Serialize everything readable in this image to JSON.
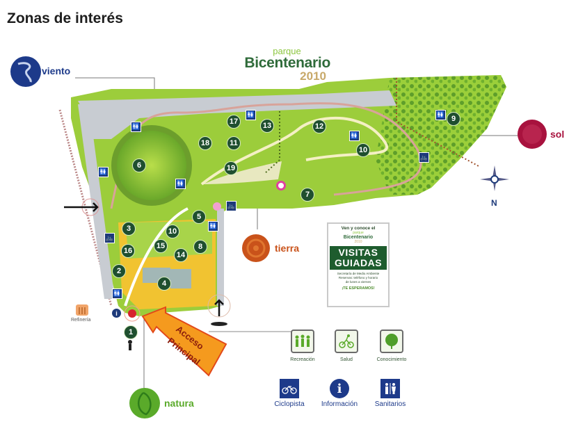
{
  "page": {
    "title": "Zonas de interés"
  },
  "logo": {
    "line1": "parque",
    "line2": "Bicentenario",
    "line3": "2010"
  },
  "zones": [
    {
      "id": "viento",
      "label": "viento",
      "color": "#1d3a8a"
    },
    {
      "id": "sol",
      "label": "sol",
      "color": "#a8123e"
    },
    {
      "id": "tierra",
      "label": "tierra",
      "color": "#c9521a"
    },
    {
      "id": "natura",
      "label": "natura",
      "color": "#5aaa2a"
    }
  ],
  "map": {
    "markers": [
      "1",
      "2",
      "3",
      "4",
      "5",
      "6",
      "7",
      "8",
      "9",
      "10",
      "10",
      "11",
      "12",
      "13",
      "14",
      "15",
      "16",
      "17",
      "18",
      "19"
    ],
    "compass_label": "N",
    "refinery_label": "Refinería",
    "access_label_line1": "Acceso",
    "access_label_line2": "Principal"
  },
  "promo": {
    "line1": "Ven y conoce el",
    "line2": "parque",
    "line3": "Bicentenario",
    "line4": "2010",
    "band_line1": "VISITAS",
    "band_line2": "GUIADAS",
    "info1": "Secretaría de Medio Ambiente",
    "info2": "Reservas: teléfono y horario",
    "info3": "de lunes a viernes",
    "cta": "¡TE ESPERAMOS!"
  },
  "legend": {
    "categories": [
      {
        "label": "Recreación",
        "icon": "people-icon"
      },
      {
        "label": "Salud",
        "icon": "cyclist-icon"
      },
      {
        "label": "Conocimiento",
        "icon": "tree-icon"
      }
    ],
    "services": [
      {
        "label": "Ciclopista",
        "icon": "bicycle-icon"
      },
      {
        "label": "Información",
        "icon": "info-icon"
      },
      {
        "label": "Sanitarios",
        "icon": "restroom-icon"
      }
    ]
  }
}
